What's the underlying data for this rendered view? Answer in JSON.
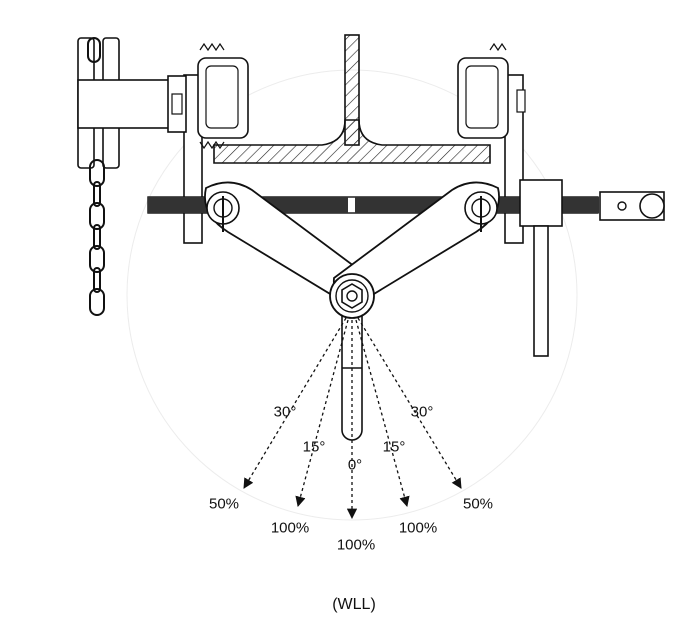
{
  "diagram": {
    "angle_labels": {
      "left_30": "30°",
      "left_15": "15°",
      "center_0": "0°",
      "right_15": "15°",
      "right_30": "30°"
    },
    "load_labels": {
      "left_50": "50%",
      "left_100": "100%",
      "center_100": "100%",
      "right_100": "100%",
      "right_50": "50%"
    },
    "caption": "(WLL)"
  }
}
